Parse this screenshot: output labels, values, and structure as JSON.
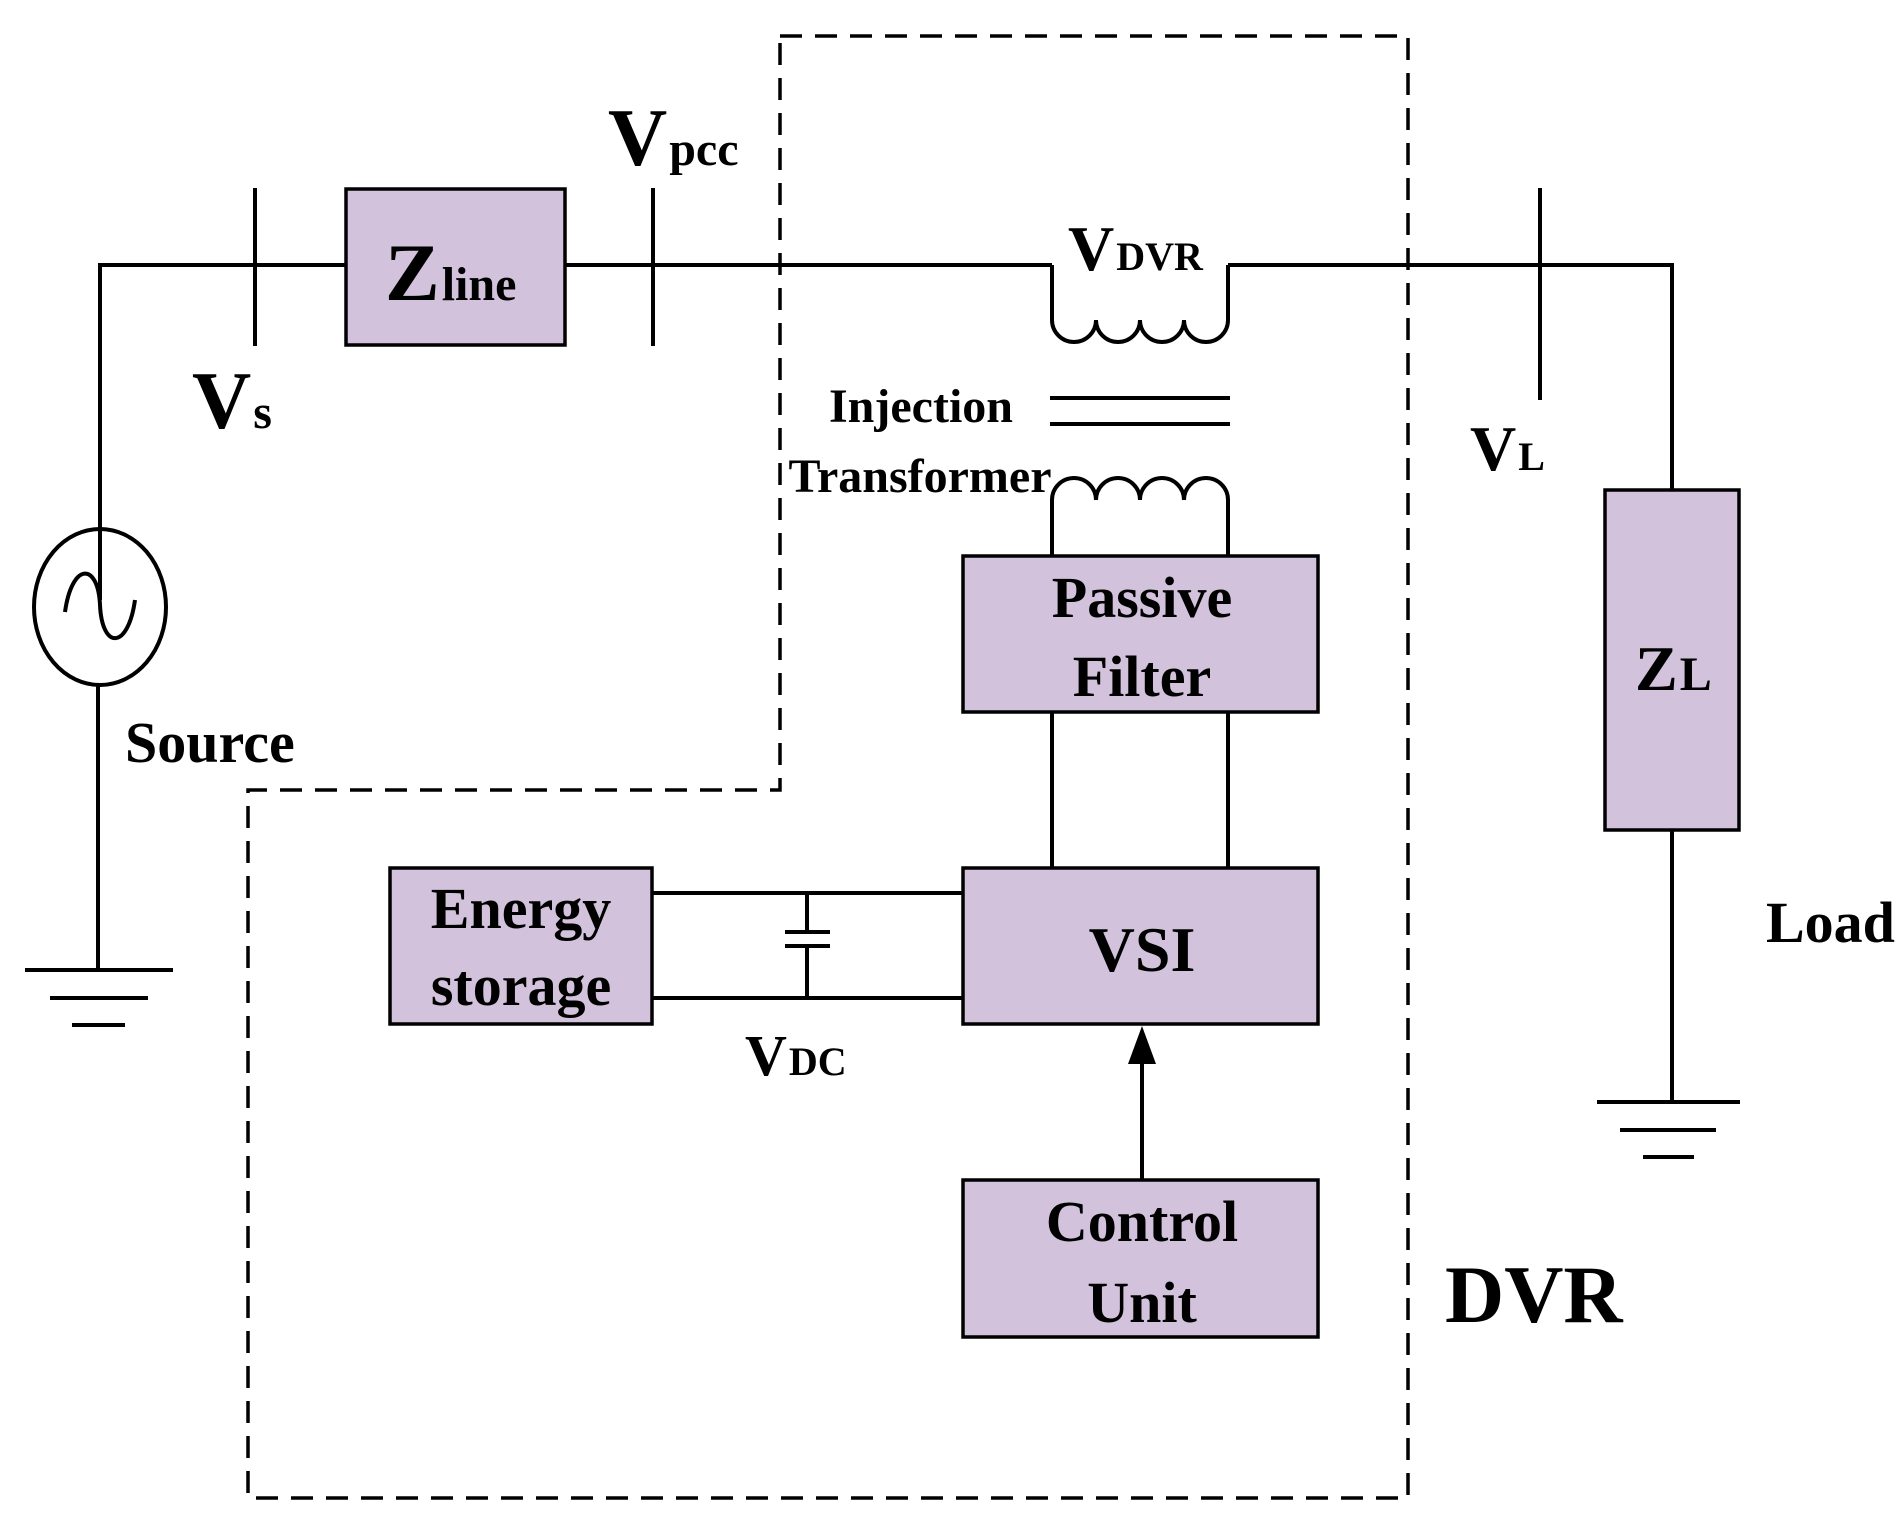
{
  "labels": {
    "vs_main": "V",
    "vs_sub": "s",
    "zline_main": "Z",
    "zline_sub": "line",
    "vpcc_main": "V",
    "vpcc_sub": "pcc",
    "vdvr_main": "V",
    "vdvr_sub": "DVR",
    "vl_main": "V",
    "vl_sub": "L",
    "zl_main": "Z",
    "zl_sub": "L",
    "vdc_main": "V",
    "vdc_sub": "DC",
    "source": "Source",
    "load": "Load",
    "dvr": "DVR",
    "injection_line1": "Injection",
    "injection_line2": "Transformer"
  },
  "blocks": {
    "passive_filter": [
      "Passive",
      "Filter"
    ],
    "vsi": "VSI",
    "energy_storage": [
      "Energy",
      "storage"
    ],
    "control_unit": [
      "Control",
      "Unit"
    ]
  },
  "colors": {
    "block_fill": "#d2c2dc",
    "line": "#000000"
  }
}
